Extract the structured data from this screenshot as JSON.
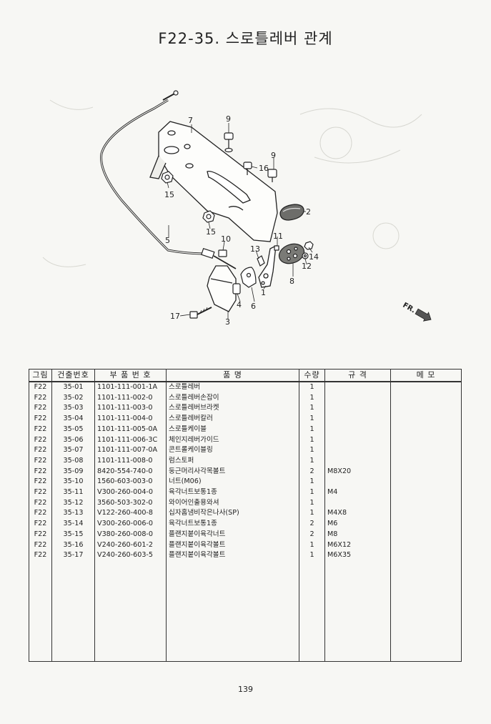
{
  "title": "F22-35. 스로틀레버 관계",
  "diagram": {
    "callouts": [
      "1",
      "2",
      "3",
      "4",
      "5",
      "6",
      "7",
      "8",
      "9",
      "9",
      "10",
      "11",
      "12",
      "13",
      "14",
      "15",
      "15",
      "16",
      "17"
    ],
    "direction_label": "FR."
  },
  "table": {
    "headers": [
      "그림",
      "건출번호",
      "부 품 번 호",
      "품 명",
      "수량",
      "규 격",
      "메 모"
    ],
    "rows": [
      {
        "fig": "F22",
        "ref": "35-01",
        "part": "1101-111-001-1A",
        "name": "스로틀레버",
        "qty": "1",
        "spec": ""
      },
      {
        "fig": "F22",
        "ref": "35-02",
        "part": "1101-111-002-0",
        "name": "스로틀레버손잡이",
        "qty": "1",
        "spec": ""
      },
      {
        "fig": "F22",
        "ref": "35-03",
        "part": "1101-111-003-0",
        "name": "스로틀레버브라켓",
        "qty": "1",
        "spec": ""
      },
      {
        "fig": "F22",
        "ref": "35-04",
        "part": "1101-111-004-0",
        "name": "스로틀레버칼러",
        "qty": "1",
        "spec": ""
      },
      {
        "fig": "F22",
        "ref": "35-05",
        "part": "1101-111-005-0A",
        "name": "스로틀케이블",
        "qty": "1",
        "spec": ""
      },
      {
        "fig": "F22",
        "ref": "35-06",
        "part": "1101-111-006-3C",
        "name": "체인지레버가이드",
        "qty": "1",
        "spec": ""
      },
      {
        "fig": "F22",
        "ref": "35-07",
        "part": "1101-111-007-0A",
        "name": "콘트롤케이블링",
        "qty": "1",
        "spec": ""
      },
      {
        "fig": "F22",
        "ref": "35-08",
        "part": "1101-111-008-0",
        "name": "럼스토퍼",
        "qty": "1",
        "spec": ""
      },
      {
        "fig": "F22",
        "ref": "35-09",
        "part": "8420-554-740-0",
        "name": "둥근머리사각목볼트",
        "qty": "2",
        "spec": "M8X20"
      },
      {
        "fig": "F22",
        "ref": "35-10",
        "part": "1560-603-003-0",
        "name": "너트(M06)",
        "qty": "1",
        "spec": ""
      },
      {
        "fig": "F22",
        "ref": "35-11",
        "part": "V300-260-004-0",
        "name": "육각너트보통1종",
        "qty": "1",
        "spec": "M4"
      },
      {
        "fig": "F22",
        "ref": "35-12",
        "part": "3560-503-302-0",
        "name": "와이어인출용와셔",
        "qty": "1",
        "spec": ""
      },
      {
        "fig": "F22",
        "ref": "35-13",
        "part": "V122-260-400-8",
        "name": "십자홈냄비작은나사(SP)",
        "qty": "1",
        "spec": "M4X8"
      },
      {
        "fig": "F22",
        "ref": "35-14",
        "part": "V300-260-006-0",
        "name": "육각너트보통1종",
        "qty": "2",
        "spec": "M6"
      },
      {
        "fig": "F22",
        "ref": "35-15",
        "part": "V380-260-008-0",
        "name": "플랜지붙이육각너트",
        "qty": "2",
        "spec": "M8"
      },
      {
        "fig": "F22",
        "ref": "35-16",
        "part": "V240-260-601-2",
        "name": "플랜지붙이육각볼트",
        "qty": "1",
        "spec": "M6X12"
      },
      {
        "fig": "F22",
        "ref": "35-17",
        "part": "V240-260-603-5",
        "name": "플랜지붙이육각볼트",
        "qty": "1",
        "spec": "M6X35"
      }
    ]
  },
  "page_number": "139"
}
